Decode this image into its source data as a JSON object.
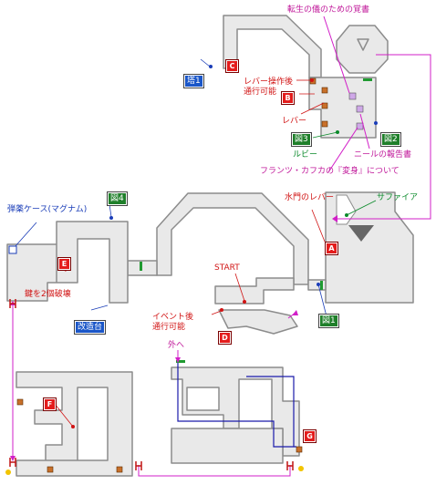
{
  "labels": {
    "reincarnation_note": "転生の儀のための覚書",
    "lever_after": "レバー操作後",
    "passable": "通行可能",
    "lever": "レバー",
    "ruby": "ルビー",
    "neal_report": "ニールの報告書",
    "franz_kafka": "フランツ・カフカの『変身』について",
    "water_gate_lever": "水門のレバー",
    "sapphire": "サファイア",
    "ammo_case": "弾薬ケース(マグナム)",
    "start": "START",
    "key_break": "鍵を2個破壊",
    "event_after": "イベント後",
    "event_passable": "通行可能",
    "outside": "外へ"
  },
  "badges": {
    "tower1": "塔1",
    "fig1": "図1",
    "fig2": "図2",
    "fig3": "図3",
    "fig4": "図4",
    "modify_table": "改造台"
  },
  "markers": {
    "A": "A",
    "B": "B",
    "C": "C",
    "D": "D",
    "E": "E",
    "F": "F",
    "G": "G"
  },
  "colors": {
    "corridor": "#e9e9e9",
    "wall": "#8c8c8c",
    "door": "#1f9a30",
    "crate": "#c8702a",
    "link": "#d21fc8",
    "marker": "#e41c1c",
    "route": "#1a1aaa"
  }
}
